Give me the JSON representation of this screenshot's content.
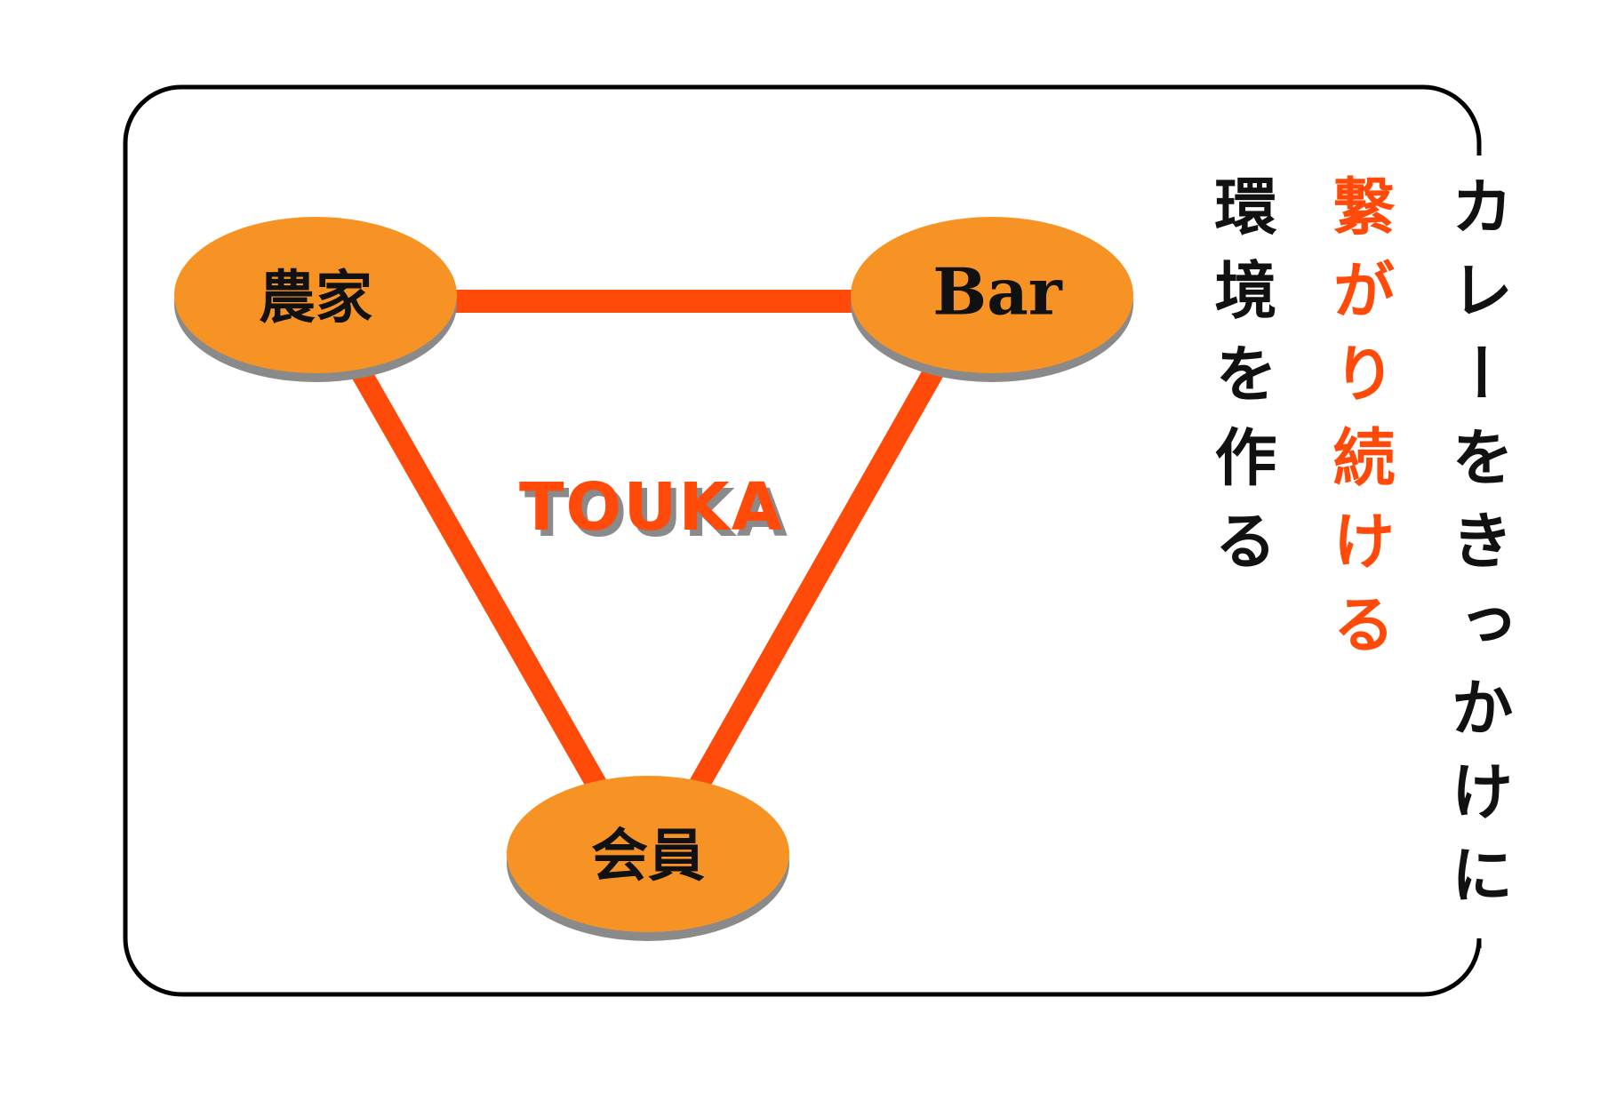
{
  "nodes": {
    "farmer": "農家",
    "bar": "Bar",
    "member": "会員"
  },
  "brand": "TOUKA",
  "tagline": {
    "line1": "カレーをきっかけに",
    "line2": "繋がり続ける",
    "line3": "環境を作る"
  },
  "colors": {
    "accent": "#ff4a0a",
    "node_fill": "#f79325",
    "shadow": "#8a8a8a",
    "frame": "#000000"
  }
}
